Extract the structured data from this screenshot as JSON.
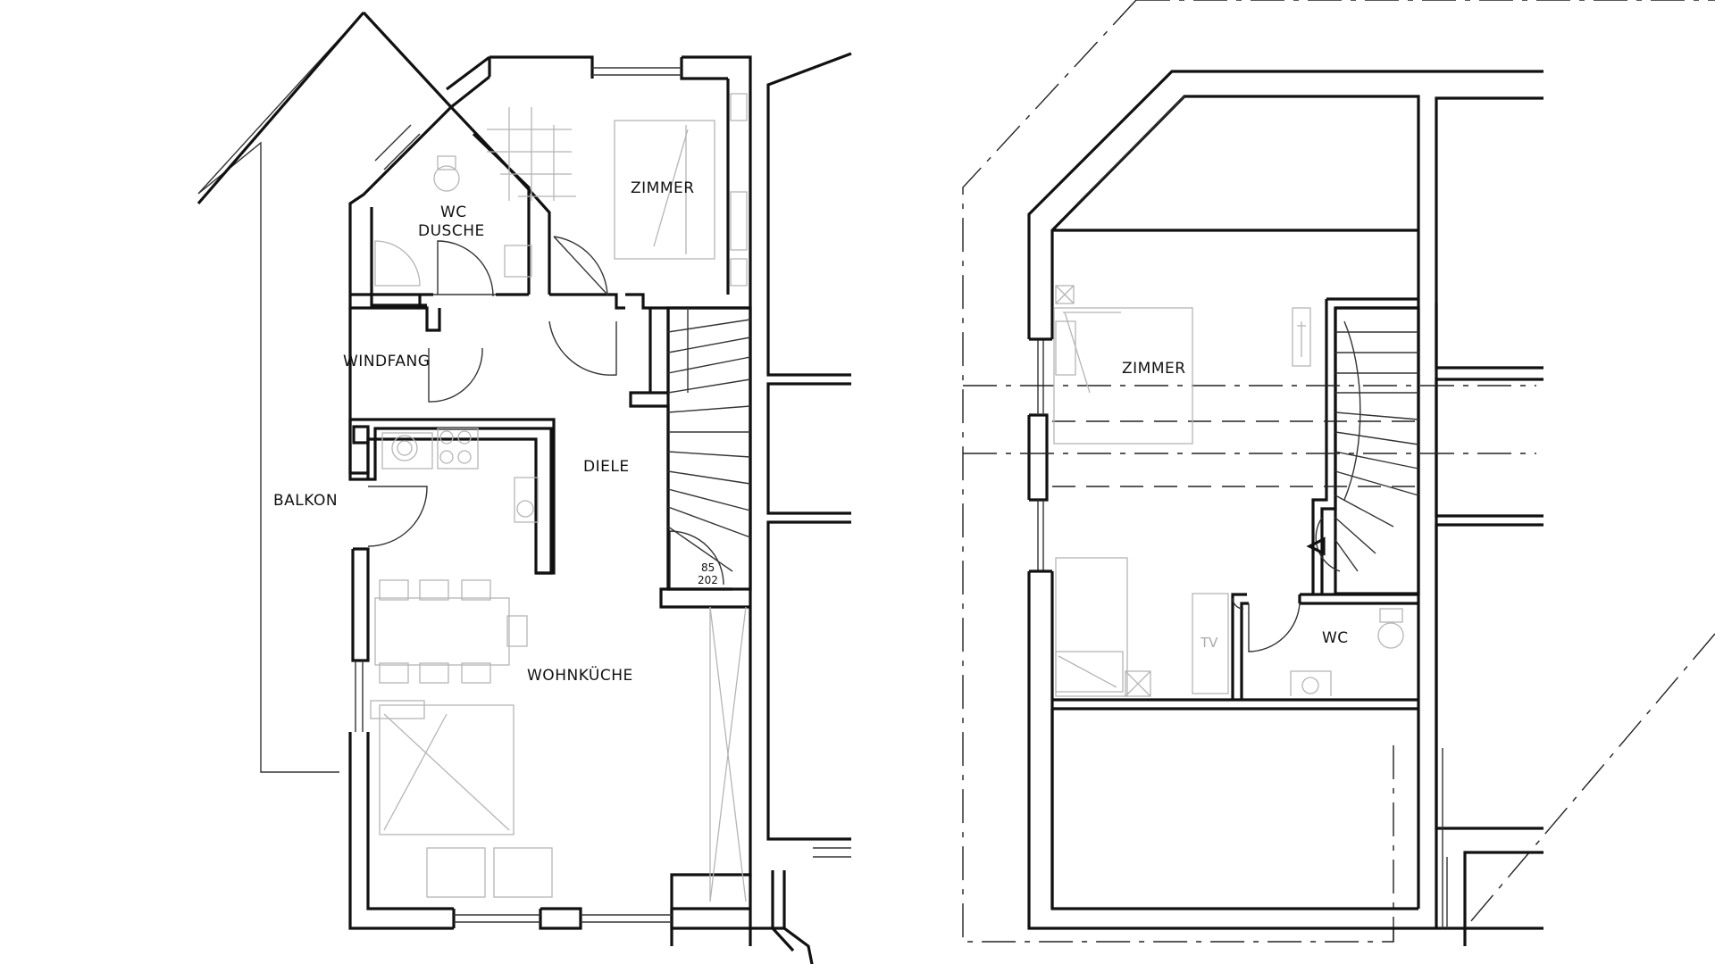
{
  "floor_plan": {
    "ground_floor": {
      "rooms": {
        "balkon": "BALKON",
        "windfang": "WINDFANG",
        "wc_dusche_line1": "WC",
        "wc_dusche_line2": "DUSCHE",
        "zimmer": "ZIMMER",
        "diele": "DIELE",
        "wohnkueche": "WOHNKÜCHE"
      },
      "stair_dimension_top": "85",
      "stair_dimension_bottom": "202"
    },
    "upper_floor": {
      "rooms": {
        "zimmer": "ZIMMER",
        "wc": "WC",
        "tv": "TV"
      }
    }
  }
}
